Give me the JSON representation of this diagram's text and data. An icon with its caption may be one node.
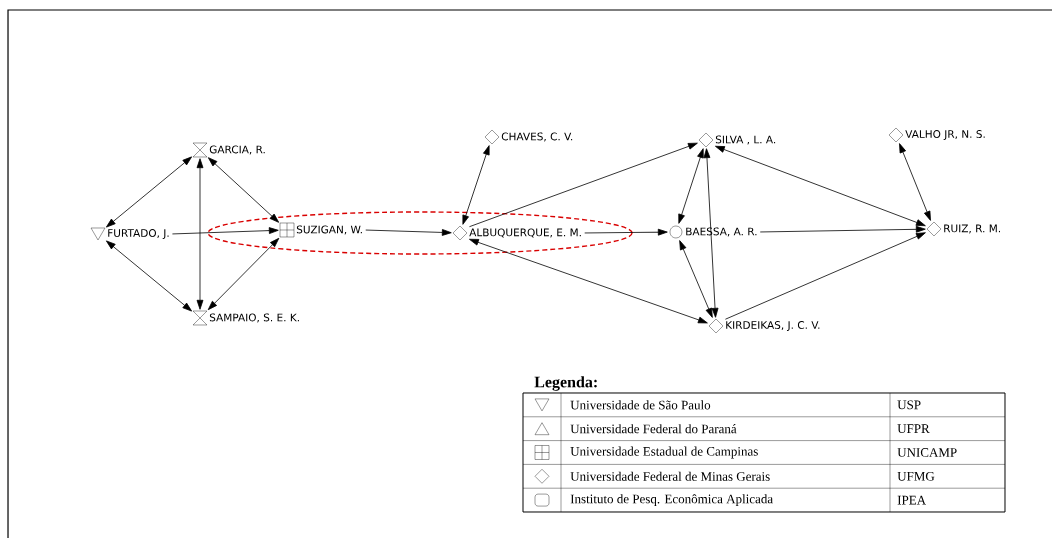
{
  "diagram": {
    "nodes": [
      {
        "text": [
          "GARCIA, R."
        ]
      },
      {
        "text": [
          "FURTADO, J."
        ]
      },
      {
        "text": [
          "SUZIGAN, W."
        ]
      },
      {
        "text": [
          "SAMPAIO, S. E. K."
        ]
      },
      {
        "text": [
          "CHAVES, C. V."
        ]
      },
      {
        "text": [
          "ALBUQUERQUE, E. M."
        ]
      },
      {
        "text": [
          "SILVA , L. A."
        ]
      },
      {
        "text": [
          "BAESSA, A. R."
        ]
      },
      {
        "text": [
          "KIRDEIKAS, J. C. V."
        ]
      },
      {
        "text": [
          "VALHO JR, N. S."
        ]
      },
      {
        "text": [
          "RUIZ, R. M."
        ]
      }
    ],
    "edges": [
      {
        "from": 1,
        "to": 0,
        "arrow": "both"
      },
      {
        "from": 1,
        "to": 3,
        "arrow": "both"
      },
      {
        "from": 0,
        "to": 3,
        "arrow": "both"
      },
      {
        "from": 0,
        "to": 2,
        "arrow": "both"
      },
      {
        "from": 3,
        "to": 2,
        "arrow": "both"
      },
      {
        "from": 1,
        "to": 2,
        "arrow": "to"
      },
      {
        "from": 2,
        "to": 5,
        "arrow": "to"
      },
      {
        "from": 4,
        "to": 5,
        "arrow": "both"
      },
      {
        "from": 5,
        "to": 6,
        "arrow": "to"
      },
      {
        "from": 5,
        "to": 7,
        "arrow": "to"
      },
      {
        "from": 5,
        "to": 8,
        "arrow": "both"
      },
      {
        "from": 6,
        "to": 7,
        "arrow": "both"
      },
      {
        "from": 6,
        "to": 8,
        "arrow": "both"
      },
      {
        "from": 7,
        "to": 8,
        "arrow": "both"
      },
      {
        "from": 6,
        "to": 10,
        "arrow": "both"
      },
      {
        "from": 7,
        "to": 10,
        "arrow": "to"
      },
      {
        "from": 8,
        "to": 10,
        "arrow": "to"
      },
      {
        "from": 9,
        "to": 10,
        "arrow": "both"
      }
    ],
    "labels": [
      "Legenda:",
      "USP",
      "UFPR",
      "UNICAMP",
      "UFMG",
      "IPEA"
    ],
    "legend": [
      {
        "text": "Universidade de São Paulo"
      },
      {
        "text": "Universidade Federal do Paraná"
      },
      {
        "text": "Universidade Estadual de Campinas"
      },
      {
        "text": "Universidade Federal de Minas Gerais"
      },
      {
        "text": "Instituto de Pesq. Econômica Aplicada"
      }
    ]
  }
}
